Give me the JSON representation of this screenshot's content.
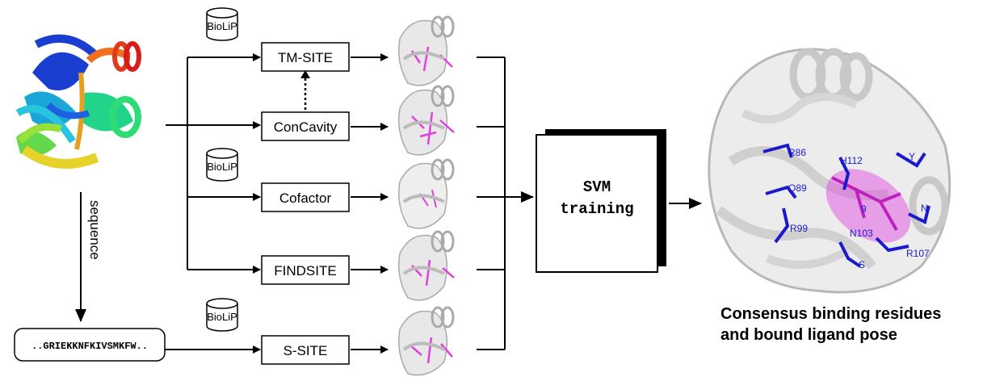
{
  "colors": {
    "residue_blue": "#1a1acc",
    "ligand_magenta": "#e040e0",
    "ribbon_gray": "#d4d4d4",
    "line_black": "#000000"
  },
  "sequence_label": "sequence",
  "sequence_text": "..GRIEKKNFKIVSMKFW..",
  "database_label": "BioLiP",
  "methods": [
    "TM-SITE",
    "ConCavity",
    "Cofactor",
    "FINDSITE",
    "S-SITE"
  ],
  "svm": {
    "line1": "SVM",
    "line2": "training"
  },
  "residues": [
    "R86",
    "H112",
    "Y",
    "Q89",
    "N",
    "R99",
    "N103",
    "R107",
    "S",
    "9"
  ],
  "caption": {
    "line1": "Consensus binding residues",
    "line2": "and bound ligand pose"
  }
}
